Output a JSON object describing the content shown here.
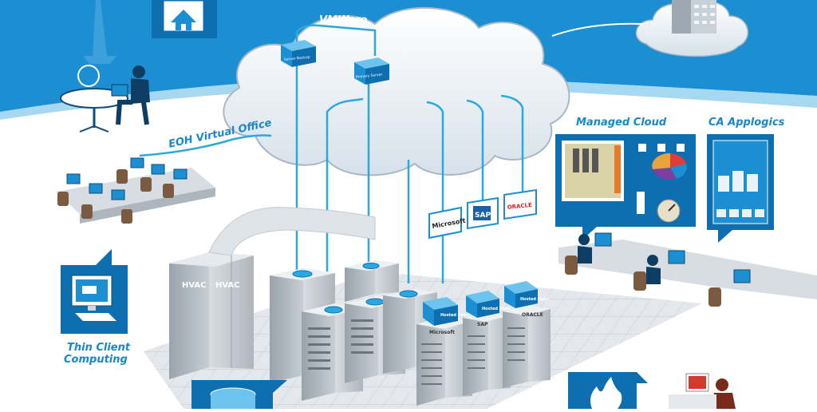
{
  "labels": {
    "vmware": "VMWare",
    "eoh_virtual_office": "EOH Virtual Office",
    "managed_cloud": "Managed Cloud",
    "ca_applogics": "CA Applogics",
    "thin_client": "Thin Client",
    "computing": "Computing"
  },
  "servers": {
    "server_backup": "Server Backup",
    "primary_server": "Primary Server"
  },
  "hosted_apps": "Hosted Apps",
  "vendors": {
    "microsoft": "Microsoft",
    "sap": "SAP",
    "oracle": "ORACLE"
  },
  "hvac": "HVAC",
  "colors": {
    "sky": "#1b8fd2",
    "deep_blue": "#0e6fb0",
    "line_blue": "#29a9e0",
    "label_blue": "#1a87c9"
  }
}
